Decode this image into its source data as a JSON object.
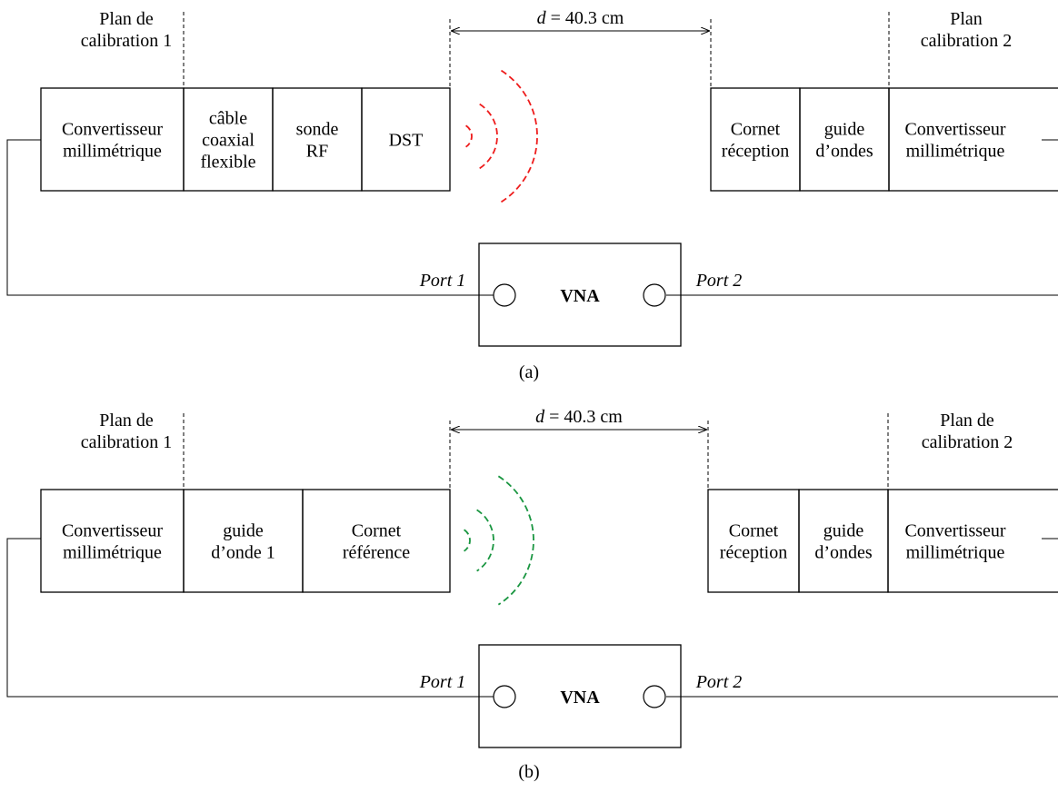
{
  "colors": {
    "dst": "#ee1c1c",
    "reference": "#1a9641",
    "ink": "#000000"
  },
  "panels": [
    {
      "caption": "(a)",
      "distance": {
        "var": "d",
        "rest": " = 40.3 cm"
      },
      "plane1": [
        "Plan de",
        "calibration 1"
      ],
      "plane2": [
        "Plan",
        "calibration 2"
      ],
      "tx_blocks": [
        {
          "lines": [
            "Convertisseur",
            "millimétrique"
          ]
        },
        {
          "lines": [
            "câble",
            "coaxial",
            "flexible"
          ]
        },
        {
          "lines": [
            "sonde",
            "RF"
          ]
        },
        {
          "lines": [
            "DST"
          ],
          "color": "dst"
        }
      ],
      "rx_blocks": [
        {
          "lines": [
            "Cornet",
            "réception"
          ]
        },
        {
          "lines": [
            "guide",
            "d’ondes"
          ]
        },
        {
          "lines": [
            "Convertisseur",
            "millimétrique"
          ]
        }
      ],
      "vna": {
        "label": "VNA",
        "port1": "Port 1",
        "port2": "Port 2"
      }
    },
    {
      "caption": "(b)",
      "distance": {
        "var": "d",
        "rest": " = 40.3 cm"
      },
      "plane1": [
        "Plan de",
        "calibration 1"
      ],
      "plane2": [
        "Plan de",
        "calibration 2"
      ],
      "tx_blocks": [
        {
          "lines": [
            "Convertisseur",
            "millimétrique"
          ]
        },
        {
          "lines": [
            "guide",
            "d’onde 1"
          ]
        },
        {
          "lines": [
            "Cornet",
            "référence"
          ],
          "color": "reference"
        }
      ],
      "rx_blocks": [
        {
          "lines": [
            "Cornet",
            "réception"
          ]
        },
        {
          "lines": [
            "guide",
            "d’ondes"
          ]
        },
        {
          "lines": [
            "Convertisseur",
            "millimétrique"
          ]
        }
      ],
      "vna": {
        "label": "VNA",
        "port1": "Port 1",
        "port2": "Port 2"
      }
    }
  ]
}
